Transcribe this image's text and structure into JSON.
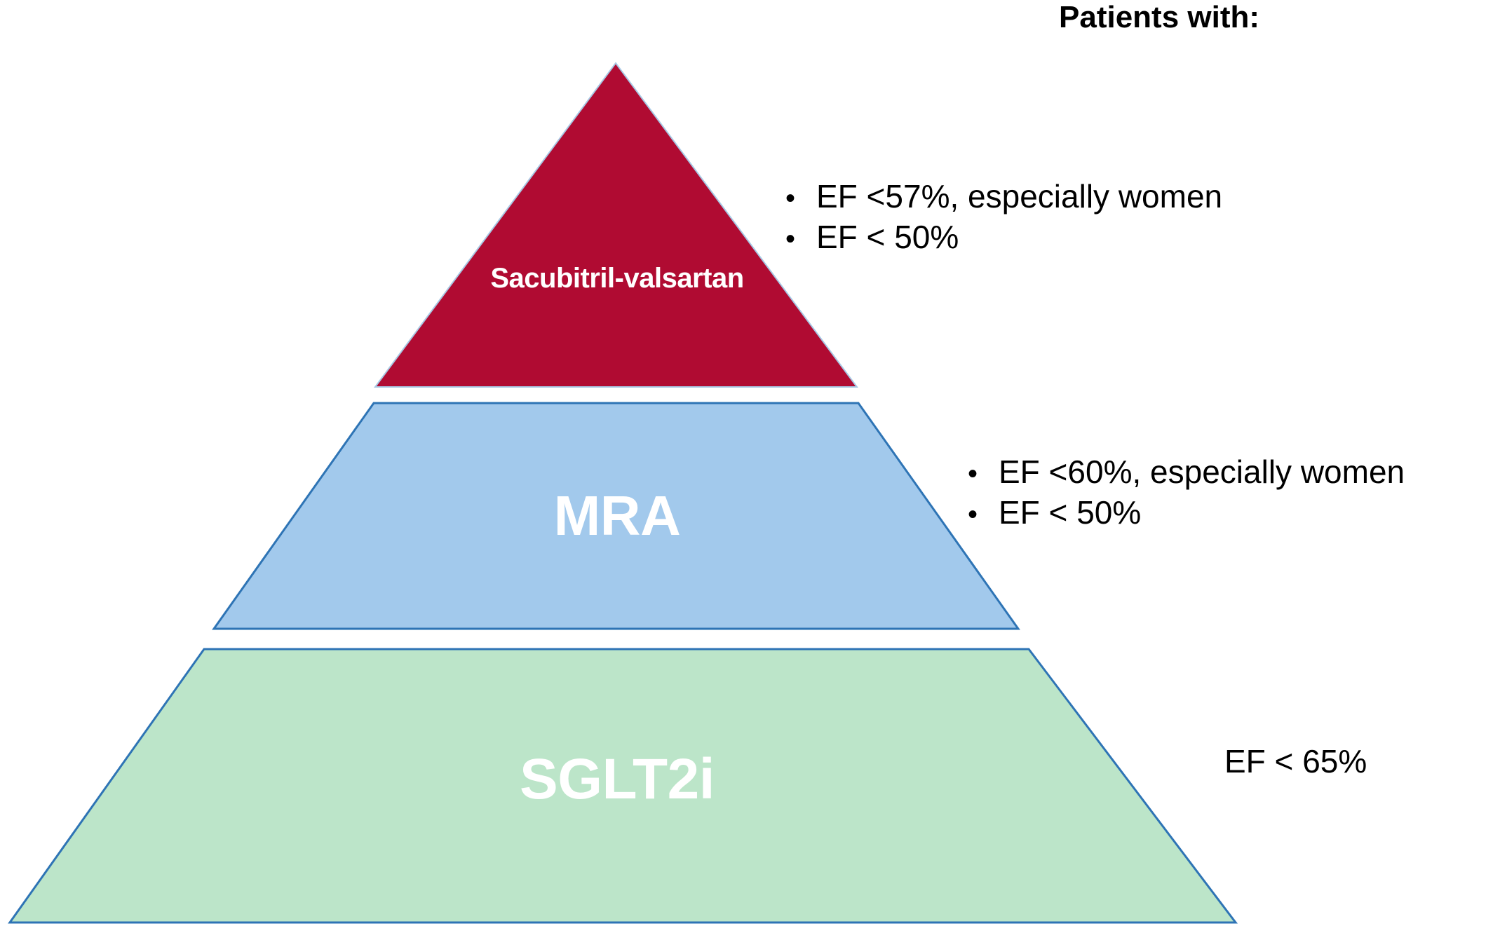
{
  "heading": "Patients with:",
  "colors": {
    "tier_1_fill": "#B00B32",
    "tier_2_fill": "#A2C9EC",
    "tier_3_fill": "#BCE5C9",
    "tier_stroke": "#2E74B5",
    "label_text": "#FFFFFF",
    "body_text": "#000000",
    "background": "#FFFFFF"
  },
  "pyramid": {
    "tiers": [
      {
        "id": "tier-1",
        "label": "Sacubitril-valsartan",
        "fill": "#B00B32"
      },
      {
        "id": "tier-2",
        "label": "MRA",
        "fill": "#A2C9EC"
      },
      {
        "id": "tier-3",
        "label": "SGLT2i",
        "fill": "#BCE5C9"
      }
    ]
  },
  "notes": {
    "tier_1": {
      "bullet_glyph": "•",
      "lines": [
        "EF <57%, especially women",
        "EF < 50%"
      ]
    },
    "tier_2": {
      "bullet_glyph": "•",
      "lines": [
        "EF <60%, especially women",
        "EF < 50%"
      ]
    },
    "tier_3": {
      "bullet_glyph": "",
      "lines": [
        "EF < 65%"
      ]
    }
  }
}
